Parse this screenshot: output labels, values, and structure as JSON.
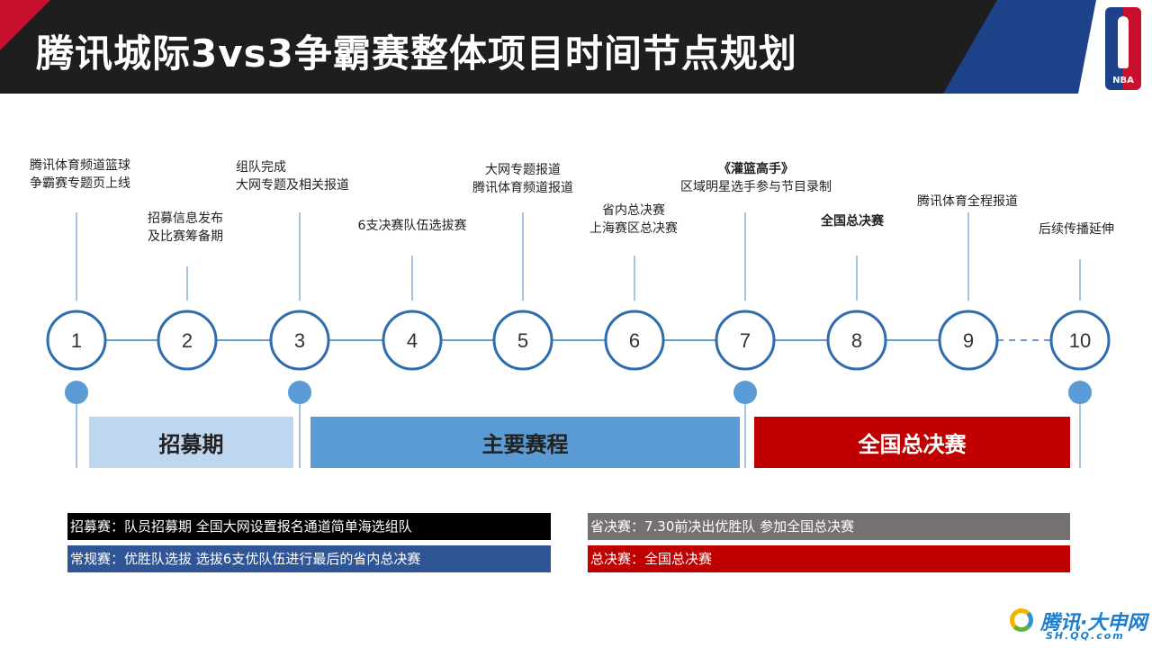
{
  "header": {
    "title": "腾讯城际3vs3争霸赛整体项目时间节点规划",
    "logo_text": "NBA"
  },
  "colors": {
    "node_stroke": "#2e6cae",
    "line": "#6a9ccc",
    "dot": "#5b9bd5",
    "recruit": "#bdd7ee",
    "main": "#5b9bd5",
    "final": "#c00000"
  },
  "nodes": [
    "1",
    "2",
    "3",
    "4",
    "5",
    "6",
    "7",
    "8",
    "9",
    "10"
  ],
  "events": [
    {
      "lines": [
        "腾讯体育频道篮球",
        "争霸赛专题页上线"
      ]
    },
    {
      "lines": [
        "招募信息发布",
        "及比赛筹备期"
      ]
    },
    {
      "lines": [
        "组队完成",
        "大网专题及相关报道"
      ]
    },
    {
      "lines": [
        "6支决赛队伍选拔赛"
      ]
    },
    {
      "lines": [
        "大网专题报道",
        "腾讯体育频道报道"
      ]
    },
    {
      "lines": [
        "省内总决赛",
        "上海赛区总决赛"
      ]
    },
    {
      "lines": [
        "《灌篮高手》",
        "区域明星选手参与节目录制"
      ]
    },
    {
      "lines": [
        "全国总决赛"
      ]
    },
    {
      "lines": [
        "腾讯体育全程报道"
      ]
    },
    {
      "lines": [
        "后续传播延伸"
      ]
    }
  ],
  "periods": [
    {
      "label": "招募期"
    },
    {
      "label": "主要赛程"
    },
    {
      "label": "全国总决赛"
    }
  ],
  "notes": [
    {
      "text": "招募赛：队员招募期  全国大网设置报名通道简单海选组队"
    },
    {
      "text": "常规赛：优胜队选拔  选拔6支优队伍进行最后的省内总决赛"
    },
    {
      "text": "省决赛：7.30前决出优胜队   参加全国总决赛"
    },
    {
      "text": "总决赛：全国总决赛"
    }
  ],
  "footer": {
    "brand": "腾讯·大申网",
    "domain": "SH.QQ.com"
  }
}
